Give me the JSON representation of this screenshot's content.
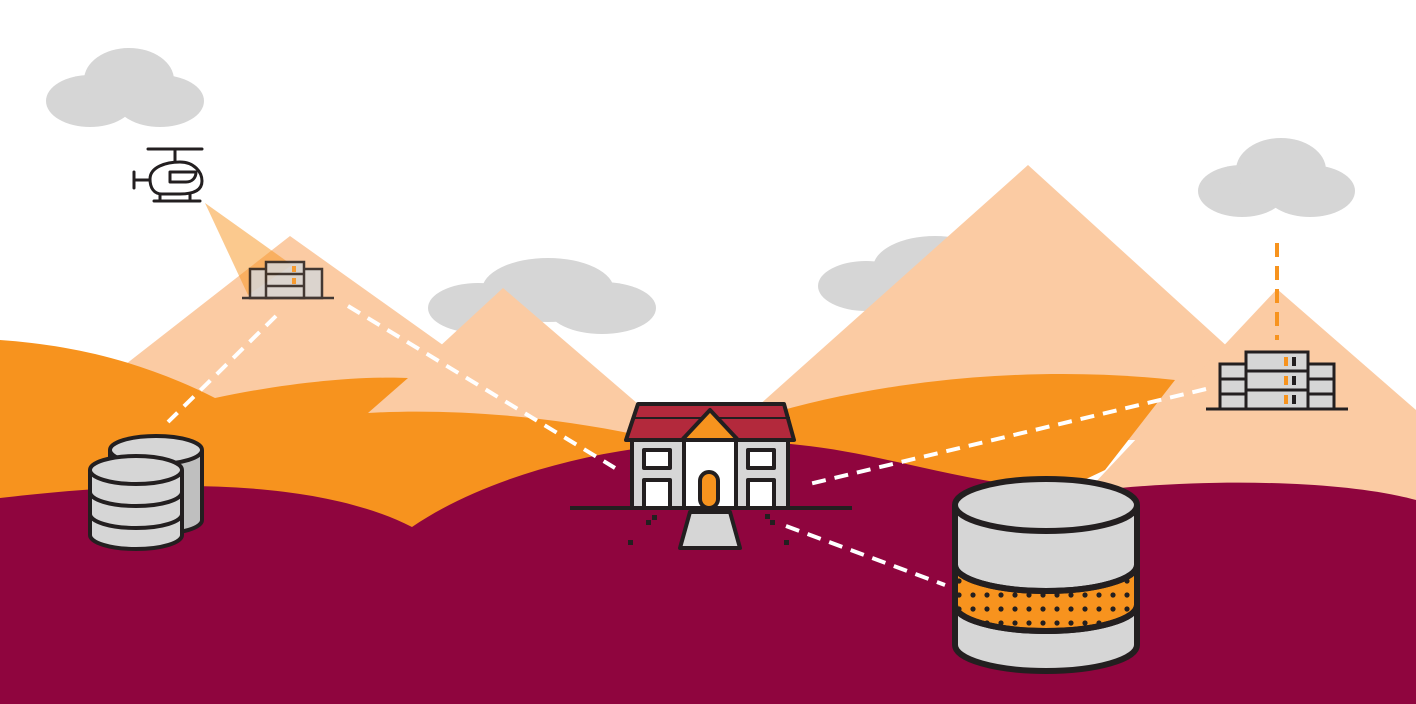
{
  "colors": {
    "background": "#ffffff",
    "cloud": "#d6d6d6",
    "mountain": "#fbcba3",
    "hill_orange": "#f7931e",
    "ground": "#8f053e",
    "roof": "#b3293c",
    "outline": "#231f20",
    "device_gray": "#d6d6d6",
    "accent": "#f7931e",
    "link": "#ffffff"
  },
  "icons": [
    "helicopter-icon",
    "server-rack-icon",
    "database-icon",
    "campus-building-icon",
    "large-database-icon",
    "remote-server-rack-icon"
  ],
  "connections": [
    {
      "from": "helicopter-icon",
      "to": "server-rack-icon",
      "style": "light-beam"
    },
    {
      "from": "server-rack-icon",
      "to": "database-icon",
      "style": "dashed"
    },
    {
      "from": "server-rack-icon",
      "to": "campus-building-icon",
      "style": "dashed"
    },
    {
      "from": "remote-server-rack-icon",
      "to": "campus-building-icon",
      "style": "dashed"
    },
    {
      "from": "campus-building-icon",
      "to": "large-database-icon",
      "style": "dashed"
    },
    {
      "from": "remote-server-rack-icon",
      "to": "cloud",
      "style": "dashed-orange"
    }
  ]
}
